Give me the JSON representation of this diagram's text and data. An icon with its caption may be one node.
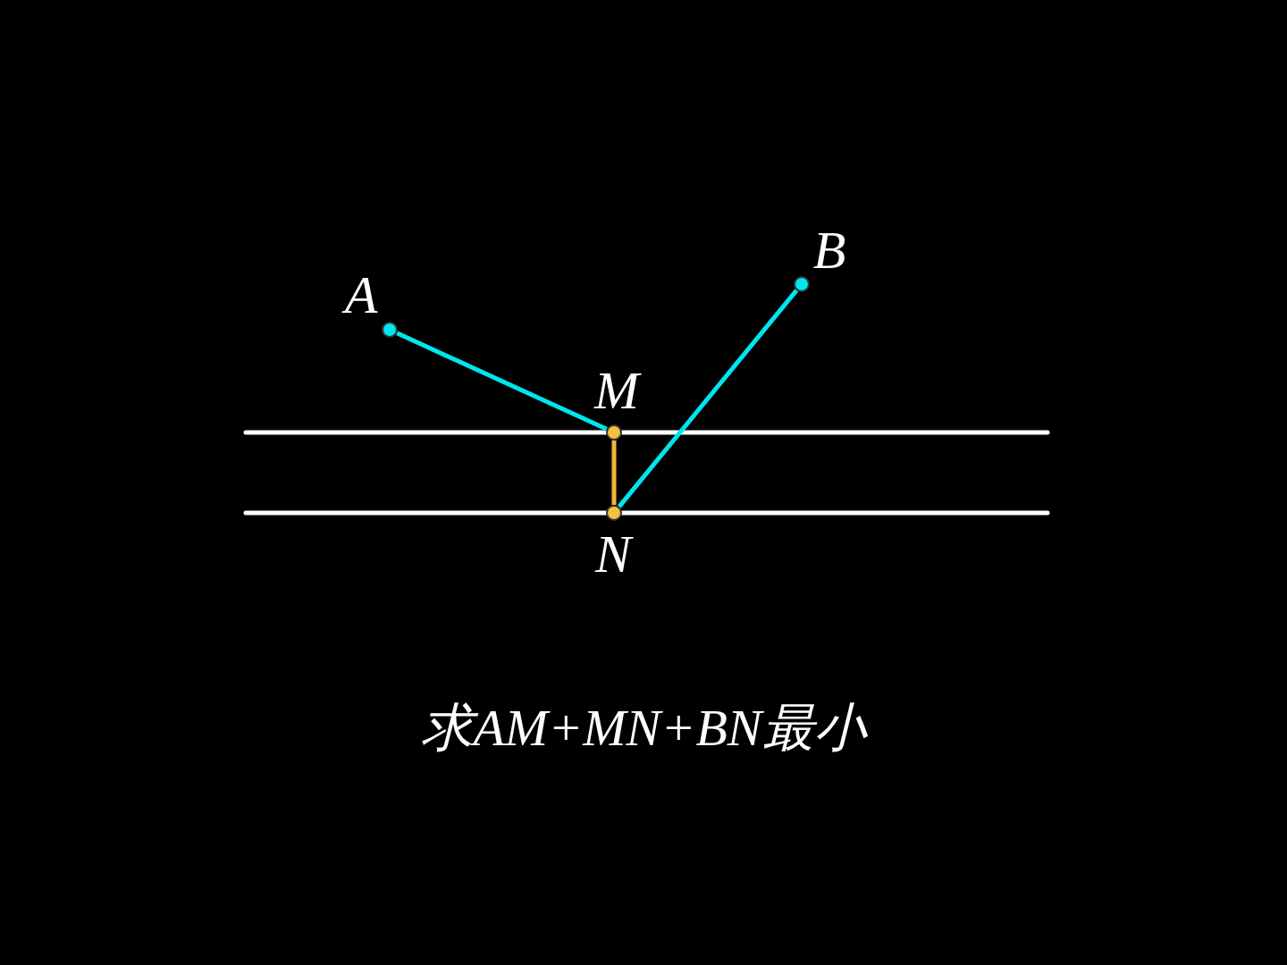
{
  "diagram": {
    "caption": "求AM+MN+BN最小",
    "nodes": [
      {
        "text": [],
        "shape": "circle",
        "beside": [
          "A"
        ]
      },
      {
        "text": [],
        "shape": "circle",
        "beside": [
          "B"
        ]
      },
      {
        "text": [],
        "shape": "circle",
        "beside": [
          "M"
        ]
      },
      {
        "text": [],
        "shape": "circle",
        "beside": [
          "N"
        ]
      }
    ],
    "edges": [
      {
        "from": 0,
        "to": 2,
        "arrow": "none"
      },
      {
        "from": 2,
        "to": 3,
        "arrow": "none",
        "color": "#f0b43c"
      },
      {
        "from": 3,
        "to": 1,
        "arrow": "none"
      }
    ]
  }
}
